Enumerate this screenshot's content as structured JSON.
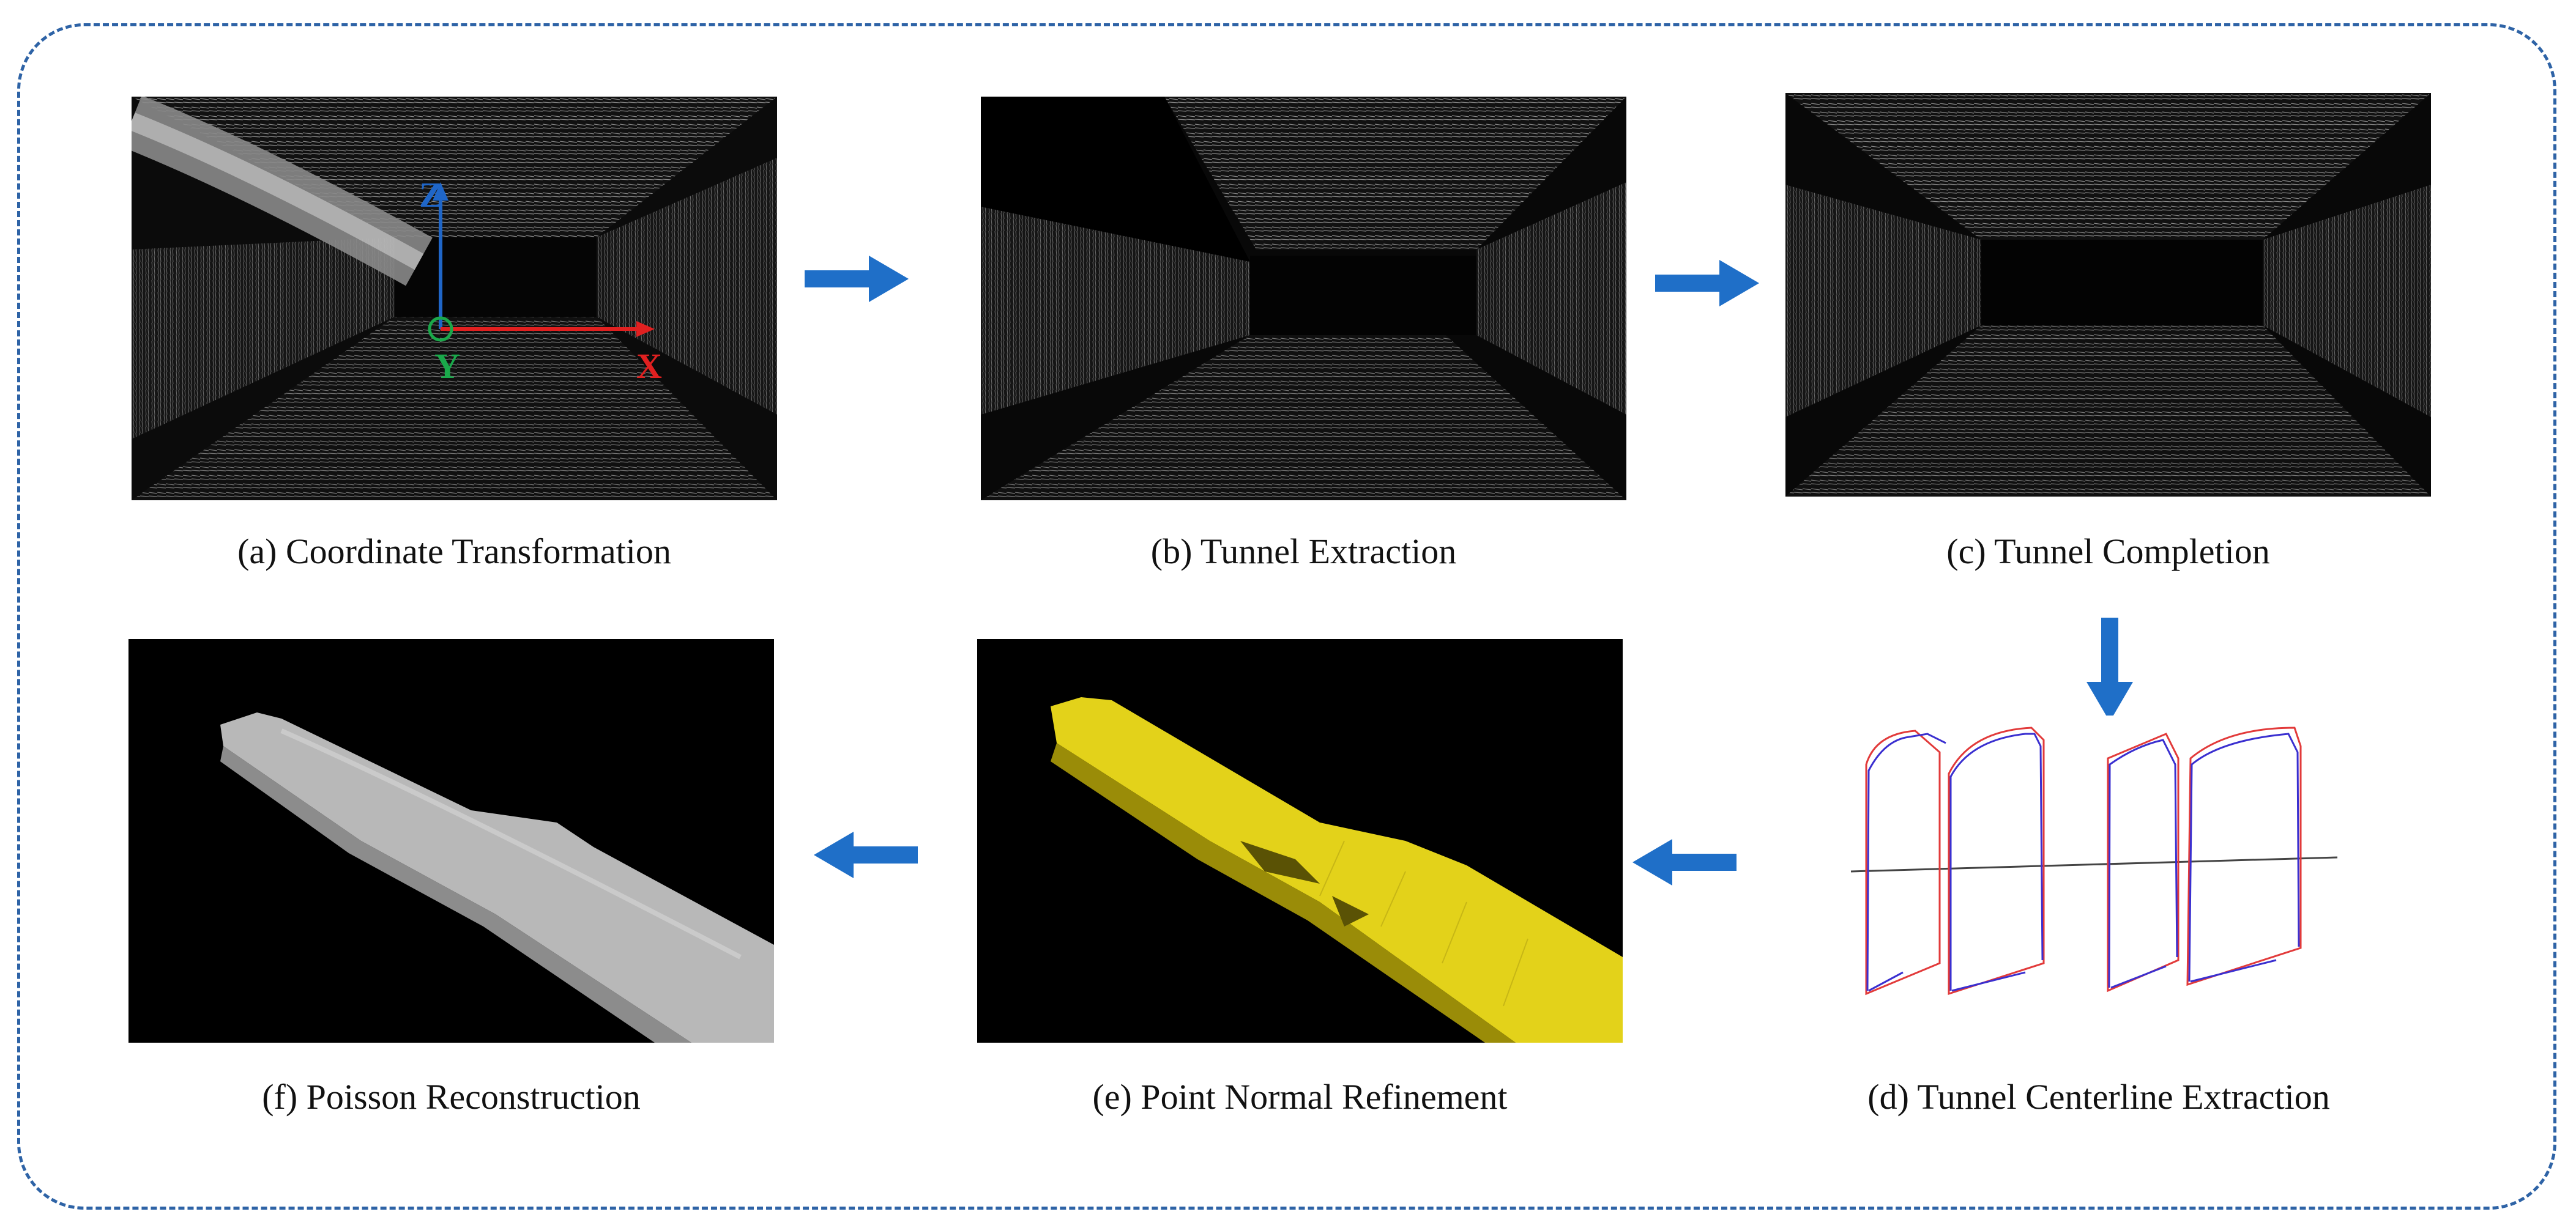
{
  "steps": [
    {
      "id": "a",
      "caption": "(a) Coordinate Transformation"
    },
    {
      "id": "b",
      "caption": "(b) Tunnel Extraction"
    },
    {
      "id": "c",
      "caption": "(c) Tunnel Completion"
    },
    {
      "id": "d",
      "caption": "(d) Tunnel Centerline Extraction"
    },
    {
      "id": "e",
      "caption": "(e) Point Normal Refinement"
    },
    {
      "id": "f",
      "caption": "(f) Poisson Reconstruction"
    }
  ],
  "axes": {
    "z": "Z",
    "x": "X",
    "y": "Y"
  },
  "colors": {
    "frame_border": "#2e63a6",
    "flow_arrow": "#1f6fc8",
    "axis_z": "#1f66c8",
    "axis_x": "#e02020",
    "axis_y": "#1aa84a",
    "mesh_yellow": "#e3d21a",
    "mesh_gray": "#b8b8b8",
    "profile_blue": "#3a2fd0",
    "profile_red": "#e23a3a"
  }
}
